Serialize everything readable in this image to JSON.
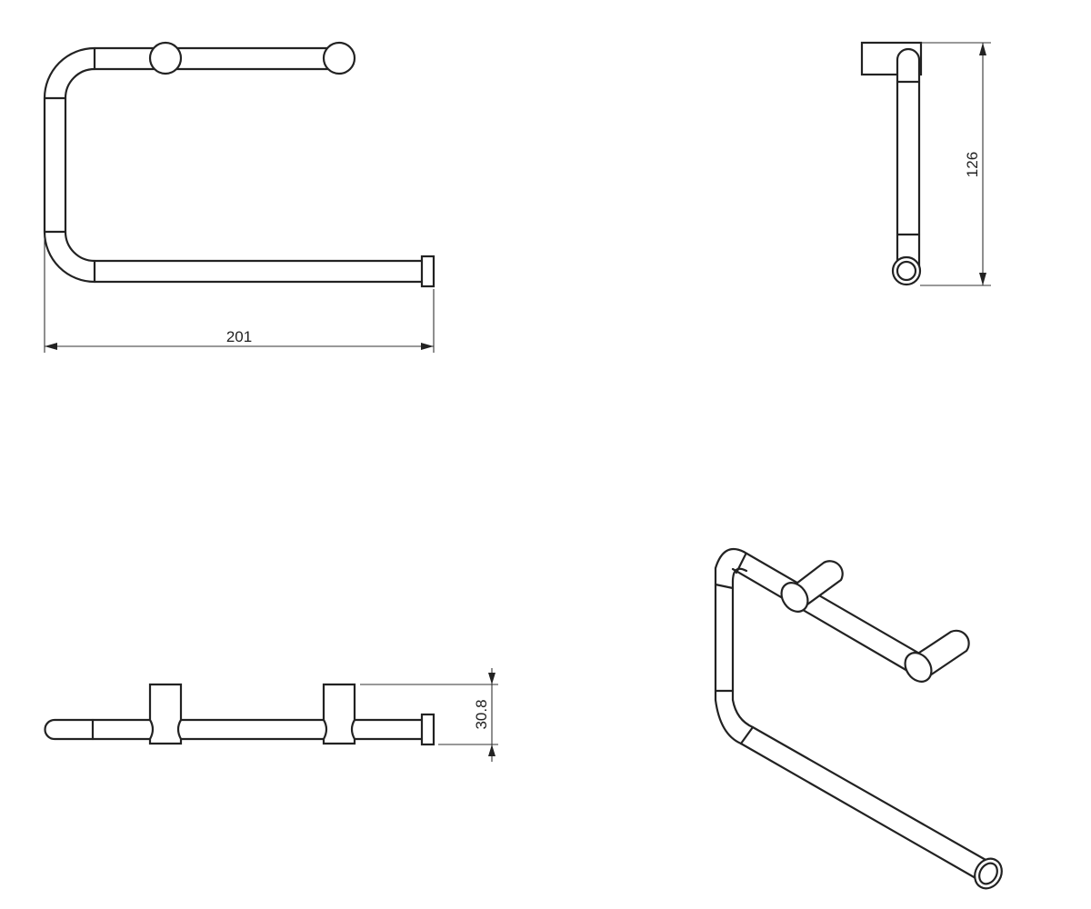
{
  "drawing": {
    "line_color": "#222222",
    "background": "#ffffff",
    "views": {
      "top_view": {
        "dimension_label": "201"
      },
      "side_view": {
        "dimension_label": "126"
      },
      "front_view": {
        "dimension_label": "30.8"
      },
      "isometric_view": {}
    }
  }
}
